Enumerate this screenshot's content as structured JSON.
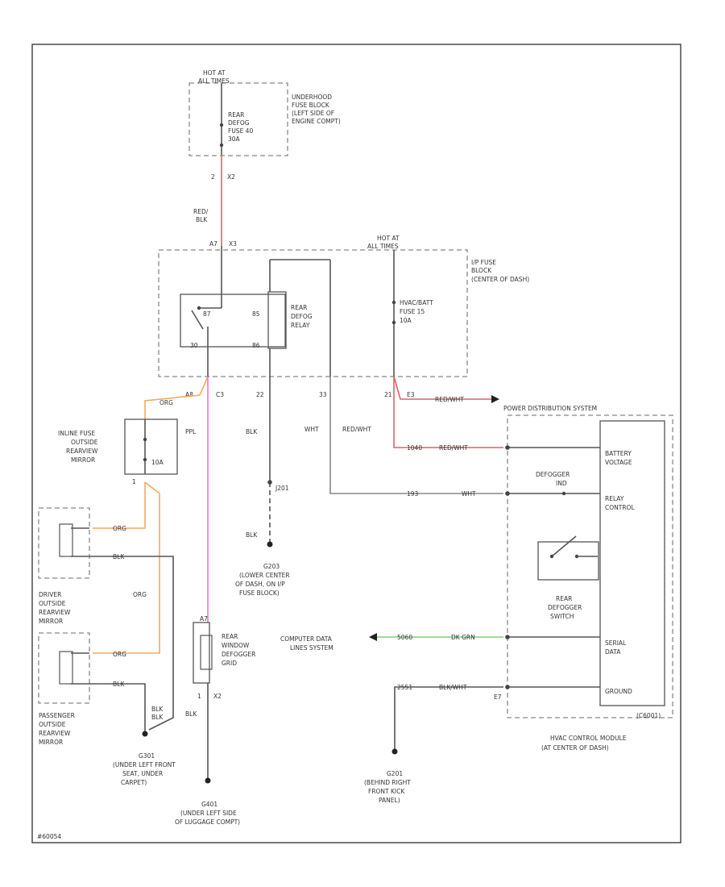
{
  "colors": {
    "red": "#e0606a",
    "pink": "#f070e8",
    "orange": "#f5a860",
    "green": "#7ed07e",
    "gray": "#666666"
  },
  "labels": {
    "hot_at_all_times_top": [
      "HOT AT",
      "ALL TIMES"
    ],
    "underhood_fuse": [
      "REAR",
      "DEFOG",
      "FUSE 40",
      "30A"
    ],
    "underhood_block": [
      "UNDERHOOD",
      "FUSE BLOCK",
      "(LEFT SIDE OF",
      "ENGINE COMPT)"
    ],
    "pin_top_a": "2",
    "pin_top_b": "X2",
    "wire_red_blk": [
      "RED/",
      "BLK"
    ],
    "ip_pin_top": "A7",
    "ip_pin_top_b": "X3",
    "hot_at_all_times_ip": [
      "HOT AT",
      "ALL TIMES"
    ],
    "ip_fuse_block": [
      "I/P FUSE",
      "BLOCK",
      "(CENTER OF DASH)"
    ],
    "relay_pin_87": "87",
    "relay_pin_85": "85",
    "relay_pin_30": "30",
    "relay_pin_86": "86",
    "relay_name": [
      "REAR",
      "DEFOG",
      "RELAY"
    ],
    "hvac_fuse": [
      "HVAC/BATT",
      "FUSE 15",
      "10A"
    ],
    "ip_bottom_pins": [
      "A8",
      "C3",
      "22",
      "33",
      "21",
      "E3"
    ],
    "wire_org_top": "ORG",
    "wire_ppl": "PPL",
    "wire_blk_mid": "BLK",
    "wire_wht": "WHT",
    "wire_red_wht": "RED/WHT",
    "wire_red_wht_1": "RED/WHT",
    "wire_red_wht_2": "RED/WHT",
    "wire_1_pin": "1",
    "pds_title": "POWER DISTRIBUTION SYSTEM",
    "inline_fuse": [
      "INLINE FUSE",
      "OUTSIDE",
      "REARVIEW",
      "MIRROR"
    ],
    "inline_fuse_inner": "10A",
    "j201": "J201",
    "battery_voltage": [
      "BATTERY",
      "VOLTAGE"
    ],
    "defogger_ind": [
      "DEFOGGER",
      "IND"
    ],
    "relay_control": [
      "RELAY",
      "CONTROL"
    ],
    "wire_193": "193",
    "wire_wht_2": "WHT",
    "wire_1040": "1040",
    "wire_org_driver": "ORG",
    "wire_blk_driver": "BLK",
    "wire_org_side": "ORG",
    "driver_mirror": [
      "DRIVER",
      "OUTSIDE",
      "REARVIEW",
      "MIRROR"
    ],
    "ground_g203": "G203",
    "g203_loc": [
      "(LOWER CENTER",
      "OF DASH, ON I/P",
      "FUSE BLOCK)"
    ],
    "blk_ground": "BLK",
    "rear_defogger_switch": [
      "REAR",
      "DEFOGGER",
      "SWITCH"
    ],
    "rear_window_defogger": [
      "REAR",
      "WINDOW",
      "DEFOGGER",
      "GRID"
    ],
    "grid_pin_top": "A7",
    "computer_data": [
      "COMPUTER DATA",
      "LINES SYSTEM"
    ],
    "wire_5060": "5060",
    "wire_dk_grn": "DK GRN",
    "serial_data": [
      "SERIAL",
      "DATA"
    ],
    "wire_org_pass": "ORG",
    "wire_blk_pass": "BLK",
    "wire_2551": "2551",
    "wire_blk_wht": "BLK/WHT",
    "ground_label": "GROUND",
    "passenger_mirror": [
      "PASSENGER",
      "OUTSIDE",
      "REARVIEW",
      "MIRROR"
    ],
    "pin_e7": "E7",
    "blk_blk": [
      "BLK",
      "BLK"
    ],
    "grid_bottom_pins": [
      "1",
      "X2"
    ],
    "blk_under_grid": "BLK",
    "hvac_module": [
      "HVAC CONTROL MODULE",
      "(AT CENTER OF DASH)"
    ],
    "g301": "G301",
    "g301_loc": [
      "(UNDER LEFT FRONT",
      "SEAT, UNDER",
      "CARPET)"
    ],
    "g201": "G201",
    "g201_loc": [
      "(BEHIND RIGHT",
      "FRONT KICK",
      "PANEL)"
    ],
    "g401": "G401",
    "g401_loc": [
      "(UNDER LEFT SIDE",
      "OF LUGGAGE COMPT)"
    ],
    "a_code": "(C6001)",
    "fig_code": "#60054"
  }
}
